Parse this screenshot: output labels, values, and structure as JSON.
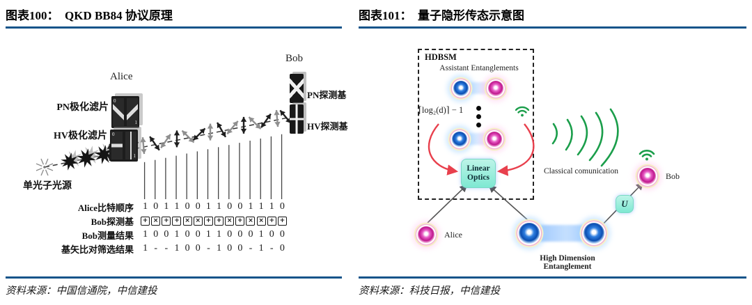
{
  "colors": {
    "accent_rule": "#14548a",
    "green": "#1b9e4b",
    "red_arrow": "#e8404d",
    "teal_box": "#8ceedd"
  },
  "left_panel": {
    "title": "图表100：  QKD BB84 协议原理",
    "source": "资料来源：中国信通院，中信建投",
    "figure": {
      "alice": "Alice",
      "bob": "Bob",
      "pn_filter": "PN极化滤片",
      "hv_filter": "HV极化滤片",
      "photon_source": "单光子光源",
      "pn_detector": "PN探测基",
      "hv_detector": "HV探测基",
      "cell_zero": "0",
      "cell_one": "1",
      "rows": [
        {
          "label": "Alice比特顺序",
          "type": "bits",
          "values": [
            "1",
            "0",
            "1",
            "1",
            "0",
            "0",
            "1",
            "1",
            "0",
            "0",
            "1",
            "1",
            "1",
            "0"
          ]
        },
        {
          "label": "Bob探测基",
          "type": "basis",
          "values": [
            "+",
            "×",
            "+",
            "+",
            "×",
            "×",
            "+",
            "+",
            "×",
            "+",
            "×",
            "×",
            "+",
            "+"
          ]
        },
        {
          "label": "Bob测量结果",
          "type": "bits",
          "values": [
            "1",
            "0",
            "0",
            "1",
            "0",
            "0",
            "1",
            "1",
            "0",
            "0",
            "0",
            "1",
            "0",
            "0"
          ]
        },
        {
          "label": "基矢比对筛选结果",
          "type": "bits",
          "values": [
            "1",
            "-",
            "-",
            "1",
            "0",
            "0",
            "-",
            "1",
            "0",
            "0",
            "-",
            "1",
            "-",
            "0"
          ]
        }
      ]
    }
  },
  "right_panel": {
    "title": "图表101：  量子隐形传态示意图",
    "source": "资料来源：科技日报，中信建投",
    "figure": {
      "box_title": "HDBSM",
      "assistant": "Assistant Entanglements",
      "formula": "⌈log₂(d)⌉ − 1",
      "linear_optics": "Linear Optics",
      "u_gate": "U",
      "classical": "Classical comunication",
      "alice": "Alice",
      "bob": "Bob",
      "hde": "High Dimension Entanglement"
    }
  }
}
